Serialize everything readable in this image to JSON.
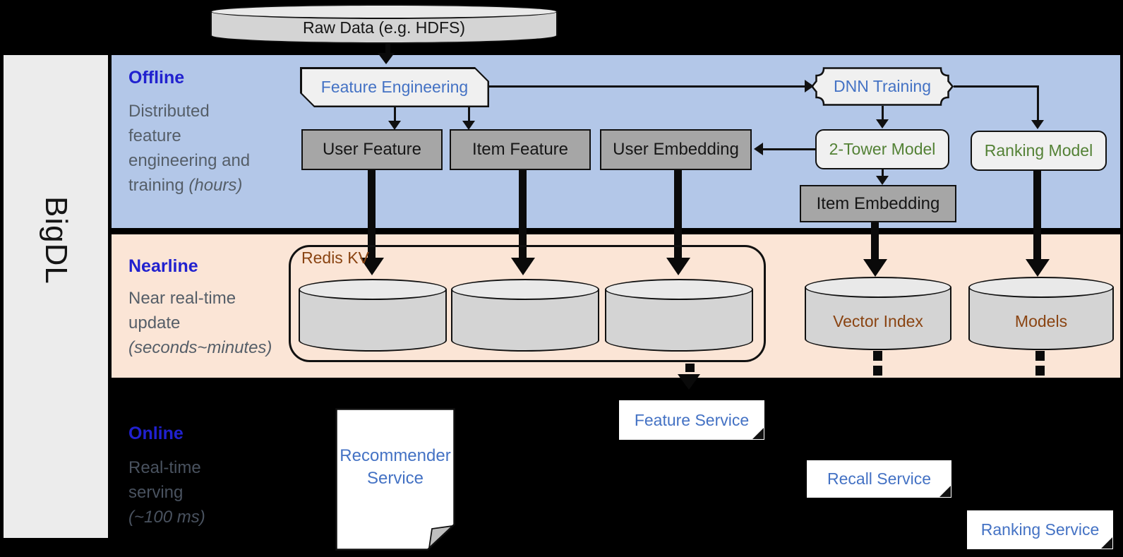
{
  "sidebar": {
    "brand": "BigDL"
  },
  "top": {
    "raw_data": "Raw Data (e.g. HDFS)"
  },
  "offline": {
    "title": "Offline",
    "description": [
      "Distributed",
      "feature",
      "engineering and"
    ],
    "description_tail": "training",
    "description_paren": "(hours)",
    "feature_engineering": "Feature Engineering",
    "dnn_training": "DNN Training",
    "user_feature": "User Feature",
    "item_feature": "Item Feature",
    "user_embedding": "User Embedding",
    "two_tower_model": "2-Tower Model",
    "ranking_model": "Ranking Model",
    "item_embedding": "Item Embedding"
  },
  "nearline": {
    "title": "Nearline",
    "description": [
      "Near real-time",
      "update"
    ],
    "description_paren": "(seconds~minutes)",
    "redis_kv": "Redis KV",
    "vector_index": "Vector Index",
    "models": "Models"
  },
  "online": {
    "title": "Online",
    "description": [
      "Real-time",
      "serving"
    ],
    "description_paren": "(~100 ms)",
    "recommender_service": "Recommender Service",
    "feature_service": "Feature Service",
    "recall_service": "Recall Service",
    "ranking_service": "Ranking Service"
  },
  "colors": {
    "offline_band": "#b3c7e8",
    "nearline_band": "#fbe5d6",
    "online_band": "#000000",
    "section_title_blue": "#2121cf",
    "box_text_blue": "#4472c4",
    "model_text_green": "#538135",
    "storage_text_brown": "#8a4412",
    "gray_box": "#a6a6a6"
  }
}
